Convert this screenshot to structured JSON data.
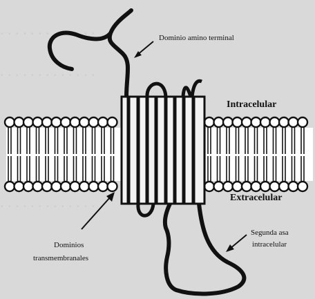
{
  "labels": {
    "amino": "Dominio amino terminal",
    "intra": "Intracelular",
    "extra": "Extracelular",
    "tm_line1": "Dominios",
    "tm_line2": "transmembranales",
    "loop_line1": "Segunda asa",
    "loop_line2": "intracelular"
  },
  "colors": {
    "background": "#d9d9d9",
    "ink": "#111111",
    "membrane_core": "#ffffff"
  },
  "icons": {
    "lipid-head": "circle",
    "pointer-arrow": "arrow"
  }
}
